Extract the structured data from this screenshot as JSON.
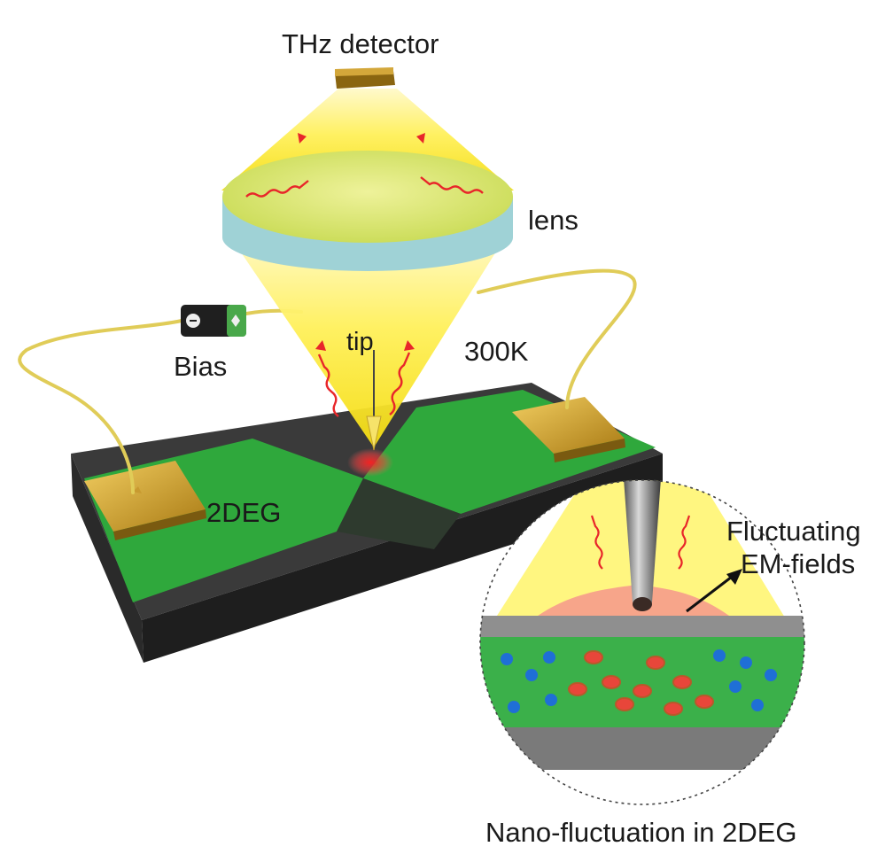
{
  "labels": {
    "detector": "THz detector",
    "lens": "lens",
    "tip": "tip",
    "temperature": "300K",
    "bias": "Bias",
    "layer": "2DEG",
    "fields_line1": "Fluctuating",
    "fields_line2": "EM-fields",
    "inset_caption": "Nano-fluctuation in 2DEG"
  },
  "colors": {
    "beam": "#ffea3a",
    "lens": "#dfe86a",
    "lens_rim": "#9fd2d6",
    "electrode": "#d6a634",
    "channel": "#2ea83a",
    "substrate": "#2b2b2b",
    "wire": "#e2cf5a",
    "hotspot": "#ff2a2a",
    "emission_arrow": "#e8262a",
    "carrier_blue": "#1f6fd6",
    "carrier_red": "#e8463a"
  },
  "icons": {
    "battery": "battery-icon",
    "arrow": "wavy-arrow-icon"
  }
}
